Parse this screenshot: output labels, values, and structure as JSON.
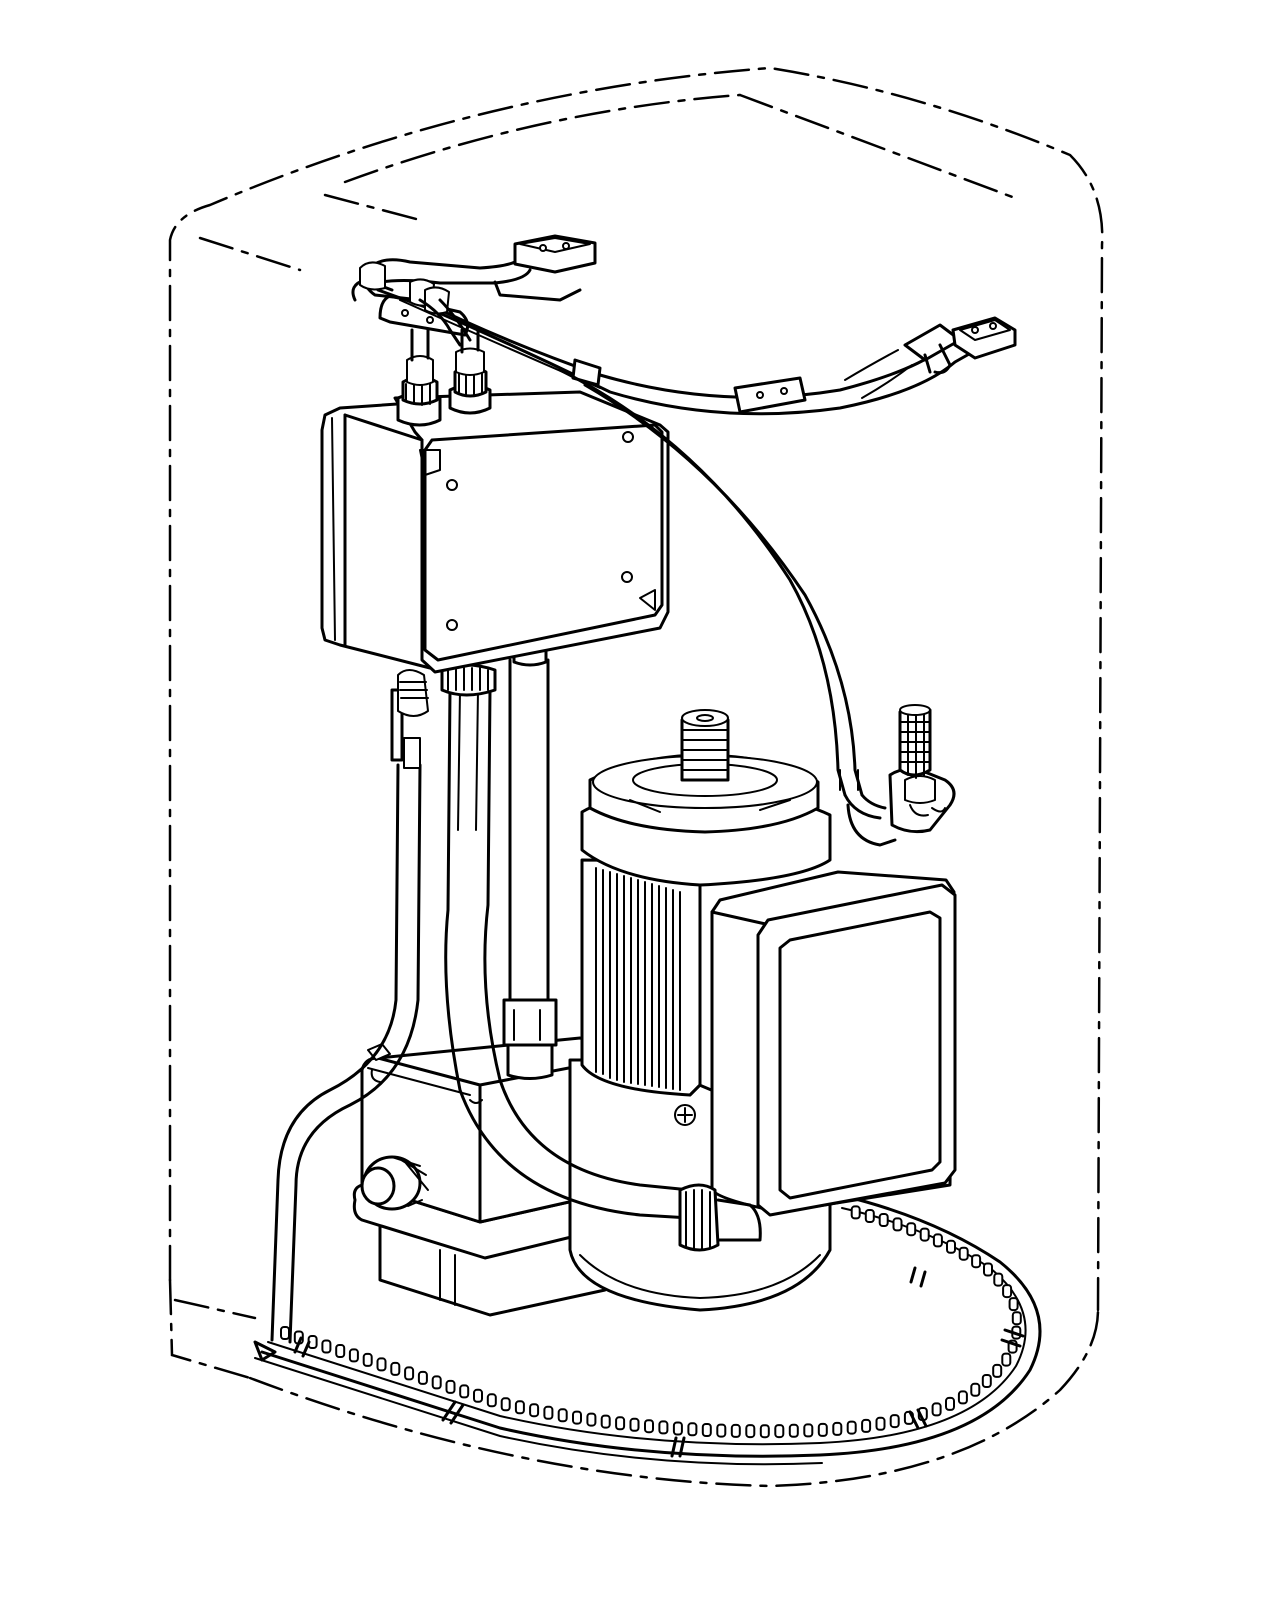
{
  "figure": {
    "kind": "patent-style line drawing",
    "colors": {
      "line": "#000000",
      "background": "#ffffff"
    },
    "components": [
      "phantom-housing",
      "control-box",
      "wiring-harness",
      "sensor-probe",
      "electric-motor",
      "motor-terminal-box",
      "gearbox-base",
      "flexible-hoses",
      "toothed-ring"
    ]
  }
}
